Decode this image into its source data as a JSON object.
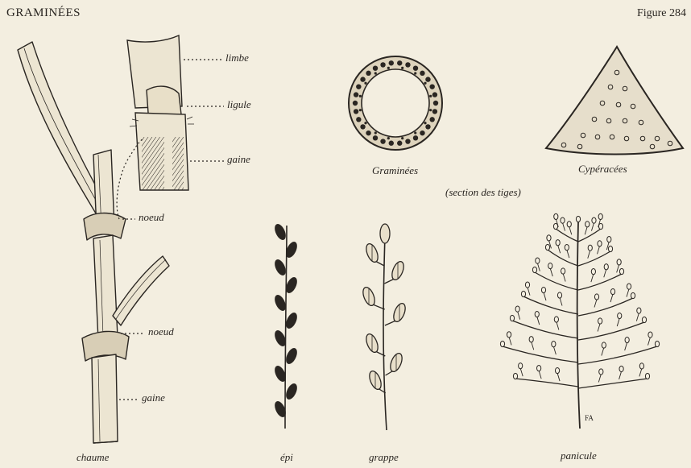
{
  "header": {
    "title": "GRAMINÉES",
    "figure": "Figure 284"
  },
  "labels": {
    "limbe": "limbe",
    "ligule": "ligule",
    "gaine_top": "gaine",
    "noeud_top": "noeud",
    "noeud_bottom": "noeud",
    "gaine_bottom": "gaine"
  },
  "captions": {
    "chaume": "chaume",
    "graminees": "Graminées",
    "cyperacees": "Cypéracées",
    "section": "(section des tiges)",
    "epi": "épi",
    "grappe": "grappe",
    "panicule": "panicule"
  },
  "signature": "FA",
  "colors": {
    "paper": "#f3eee0",
    "ink": "#2a2622",
    "fill": "#e4dcc8"
  }
}
